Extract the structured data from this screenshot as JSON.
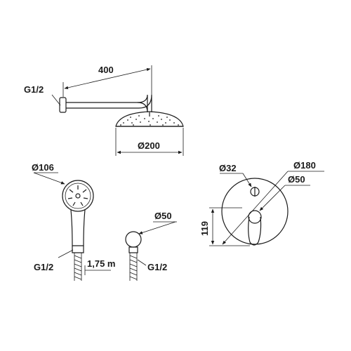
{
  "shower_arm": {
    "length_label": "400",
    "thread_label": "G1/2"
  },
  "head_shower": {
    "diameter_label": "Ø200"
  },
  "hand_shower": {
    "diameter_label": "Ø106",
    "thread_label": "G1/2",
    "hose_length_label": "1,75 m"
  },
  "wall_outlet": {
    "diameter_label": "Ø50",
    "thread_label": "G1/2"
  },
  "mixer": {
    "knob_diameter_label": "Ø32",
    "plate_diameter_label": "Ø180",
    "lever_diameter_label": "Ø50",
    "height_label": "119"
  }
}
